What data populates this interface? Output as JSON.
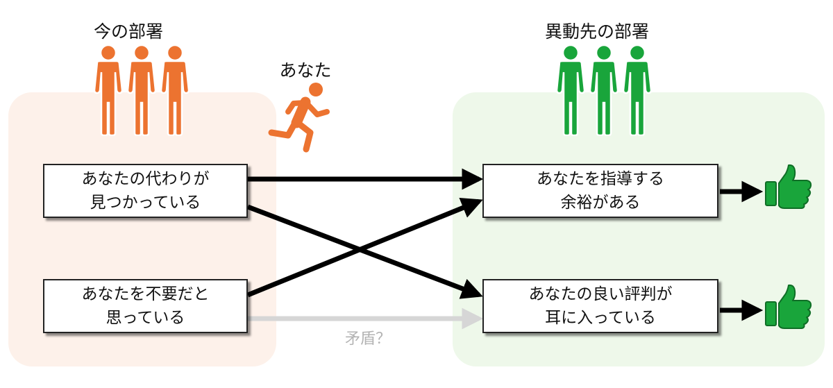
{
  "groups": {
    "current": {
      "title": "今の部署",
      "color": "#ec7330",
      "zone_color": "#fdf1ea"
    },
    "destination": {
      "title": "異動先の部署",
      "color": "#19a53b",
      "zone_color": "#eef8ea"
    }
  },
  "you": {
    "label": "あなた",
    "icon": "running-person-icon"
  },
  "boxes": {
    "current_1": {
      "line1": "あなたの代わりが",
      "line2": "見つかっている"
    },
    "current_2": {
      "line1": "あなたを不要だと",
      "line2": "思っている"
    },
    "destination_1": {
      "line1": "あなたを指導する",
      "line2": "余裕がある"
    },
    "destination_2": {
      "line1": "あなたの良い評判が",
      "line2": "耳に入っている"
    }
  },
  "conflict_label": "矛盾？",
  "icons": [
    "people-group-icon",
    "running-person-icon",
    "thumbs-up-icon"
  ],
  "colors": {
    "arrow": "#000000",
    "arrow_faded": "#d6d6d6",
    "box_border": "#222222"
  }
}
